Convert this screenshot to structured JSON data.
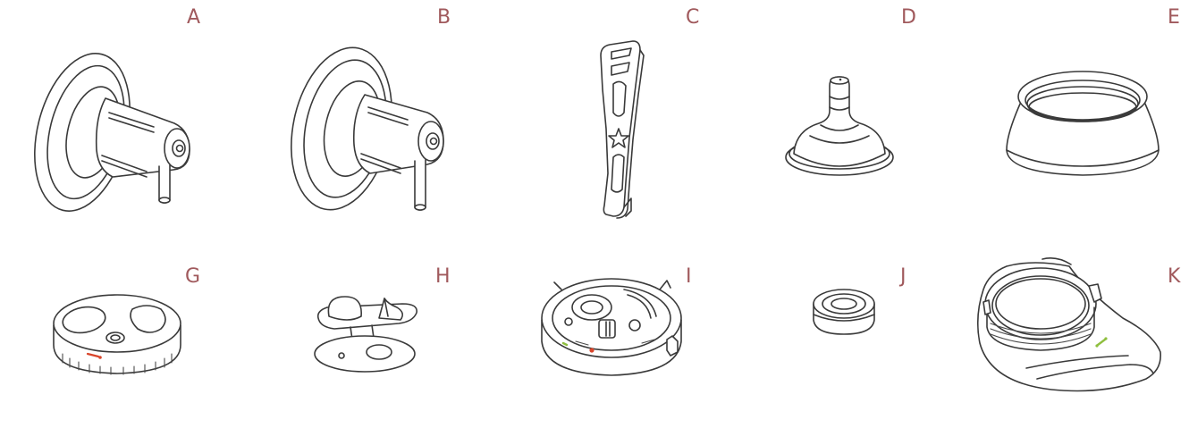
{
  "label_color": "#a0595c",
  "line_color": "#3a3a3a",
  "marker_red": "#d9452b",
  "marker_green": "#8fbf3f",
  "parts": [
    {
      "label": "A"
    },
    {
      "label": "B"
    },
    {
      "label": "C"
    },
    {
      "label": "D"
    },
    {
      "label": "E"
    },
    {
      "label": "G"
    },
    {
      "label": "H"
    },
    {
      "label": "I"
    },
    {
      "label": "J"
    },
    {
      "label": "K"
    }
  ]
}
